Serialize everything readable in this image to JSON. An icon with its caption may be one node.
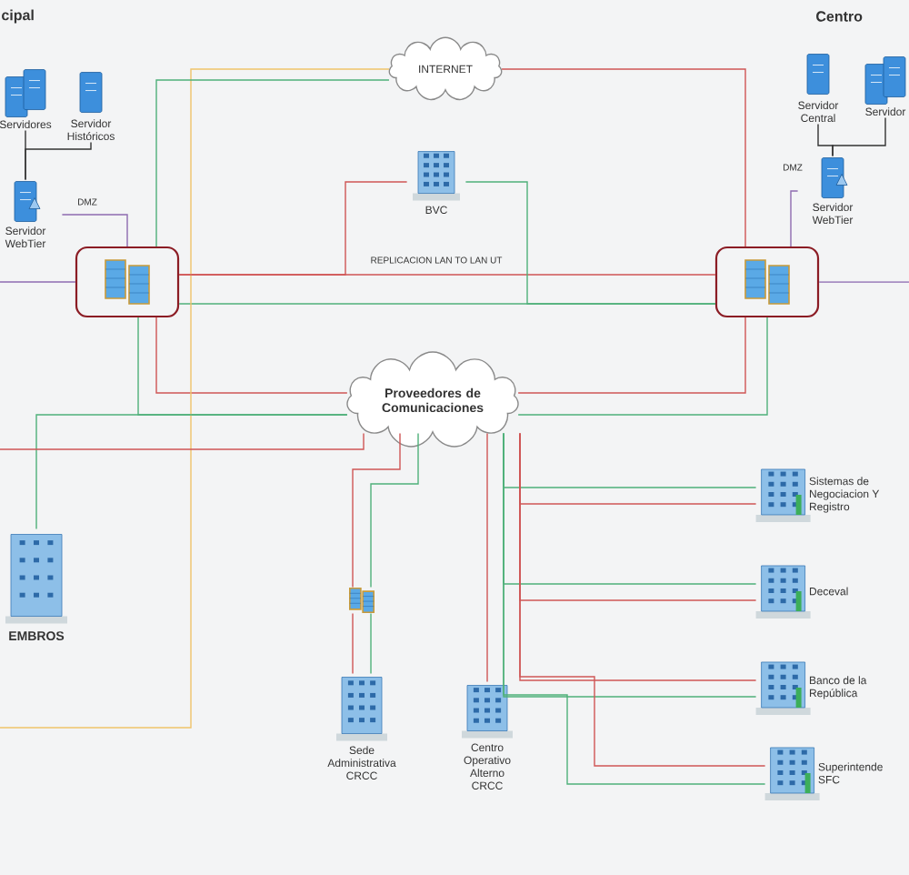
{
  "diagram": {
    "nodes": [
      {
        "text": [
          "Servidores"
        ]
      },
      {
        "text": [
          "Servidor Históricos"
        ]
      },
      {
        "text": [
          "Servidor WebTier"
        ]
      },
      {
        "text": [],
        "shape": "picture"
      },
      {
        "text": [
          "INTERNET"
        ]
      },
      {
        "text": [
          "BVC"
        ]
      },
      {
        "text": [
          "Proveedores de Comunicaciones"
        ]
      },
      {
        "text": [
          "Servidor Central"
        ]
      },
      {
        "text": [
          "Servidor"
        ]
      },
      {
        "text": [
          "Servidor WebTier"
        ]
      },
      {
        "text": [],
        "shape": "picture"
      },
      {
        "text": [
          "EMBROS"
        ]
      },
      {
        "text": [],
        "shape": "picture"
      },
      {
        "text": [
          "Sede Administrativa CRCC"
        ]
      },
      {
        "text": [
          "Centro Operativo Alterno CRCC"
        ]
      },
      {
        "text": [
          "Sistemas de Negociacion Y Registro"
        ]
      },
      {
        "text": [
          "Deceval"
        ]
      },
      {
        "text": [
          "Banco de la República"
        ]
      },
      {
        "text": [
          "Superintende SFC"
        ]
      }
    ],
    "edges": [
      {
        "from": 2,
        "to": 0,
        "arrow": "none",
        "color": "#333333"
      },
      {
        "from": 2,
        "to": 1,
        "arrow": "none",
        "color": "#333333"
      },
      {
        "from": 2,
        "to": 3,
        "arrow": "none",
        "color": "#8e6bb0"
      },
      {
        "from": null,
        "to": 3,
        "arrow": "none",
        "color": "#8e6bb0"
      },
      {
        "from": 3,
        "to": 10,
        "arrow": "none",
        "color": "#cf5555"
      },
      {
        "from": 3,
        "to": 10,
        "arrow": "none",
        "color": "#4fb07a"
      },
      {
        "from": 3,
        "to": 6,
        "arrow": "none",
        "color": "#cf5555"
      },
      {
        "from": 3,
        "to": 6,
        "arrow": "none",
        "color": "#4fb07a"
      },
      {
        "from": 4,
        "to": null,
        "arrow": "none",
        "color": "#f0c36a"
      },
      {
        "from": 4,
        "to": 3,
        "arrow": "none",
        "color": "#4fb07a"
      },
      {
        "from": 4,
        "to": 10,
        "arrow": "none",
        "color": "#cf5555"
      },
      {
        "from": 10,
        "to": 6,
        "arrow": "none",
        "color": "#cf5555"
      },
      {
        "from": 10,
        "to": 6,
        "arrow": "none",
        "color": "#4fb07a"
      },
      {
        "from": 10,
        "to": null,
        "arrow": "none",
        "color": "#8e6bb0"
      },
      {
        "from": 9,
        "to": 10,
        "arrow": "none",
        "color": "#8e6bb0"
      },
      {
        "from": 9,
        "to": 7,
        "arrow": "none",
        "color": "#333333"
      },
      {
        "from": 9,
        "to": 8,
        "arrow": "none",
        "color": "#333333"
      },
      {
        "from": 5,
        "to": 3,
        "arrow": "none",
        "color": "#cf5555"
      },
      {
        "from": 5,
        "to": 10,
        "arrow": "none",
        "color": "#4fb07a"
      },
      {
        "from": 6,
        "to": 11,
        "arrow": "none",
        "color": "#4fb07a"
      },
      {
        "from": null,
        "to": 6,
        "arrow": "none",
        "color": "#cf5555"
      },
      {
        "from": 6,
        "to": 12,
        "arrow": "none",
        "color": "#cf5555"
      },
      {
        "from": 6,
        "to": 12,
        "arrow": "none",
        "color": "#4fb07a"
      },
      {
        "from": 12,
        "to": 13,
        "arrow": "none",
        "color": "#cf5555"
      },
      {
        "from": 12,
        "to": 13,
        "arrow": "none",
        "color": "#4fb07a"
      },
      {
        "from": 6,
        "to": 14,
        "arrow": "none",
        "color": "#cf5555"
      },
      {
        "from": 6,
        "to": 15,
        "arrow": "none",
        "color": "#4fb07a"
      },
      {
        "from": 6,
        "to": 15,
        "arrow": "none",
        "color": "#cf5555"
      },
      {
        "from": 6,
        "to": 16,
        "arrow": "none",
        "color": "#4fb07a"
      },
      {
        "from": 6,
        "to": 16,
        "arrow": "none",
        "color": "#cf5555"
      },
      {
        "from": 6,
        "to": 17,
        "arrow": "none",
        "color": "#cf5555"
      },
      {
        "from": 6,
        "to": 17,
        "arrow": "none",
        "color": "#4fb07a"
      },
      {
        "from": 6,
        "to": 18,
        "arrow": "none",
        "color": "#cf5555"
      },
      {
        "from": 6,
        "to": 18,
        "arrow": "none",
        "color": "#4fb07a"
      }
    ],
    "labels": [
      "cipal",
      "Centro",
      "DMZ",
      "DMZ",
      "REPLICACION LAN TO LAN UT"
    ]
  }
}
